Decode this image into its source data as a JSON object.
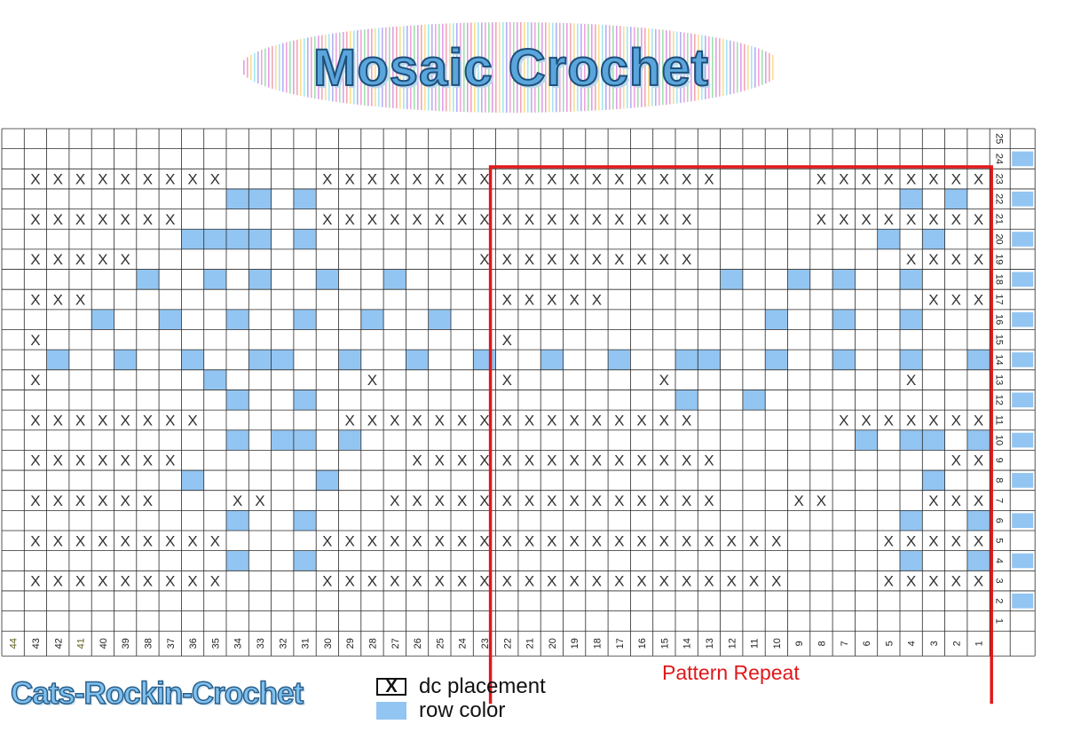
{
  "title": "Mosaic Crochet",
  "brand": "Cats-Rockin-Crochet",
  "legend": {
    "dc_label": "dc placement",
    "dc_symbol": "X",
    "color_label": "row color"
  },
  "repeat_label": "Pattern Repeat",
  "colors": {
    "fill": "#92c5f2",
    "grid": "#2a2a2a",
    "repeat": "#e0181b",
    "x_mark": "#333333"
  },
  "chart_data": {
    "type": "table",
    "columns": 44,
    "rows": 25,
    "column_labels": [
      "44",
      "43",
      "42",
      "41",
      "40",
      "39",
      "38",
      "37",
      "36",
      "35",
      "34",
      "33",
      "32",
      "31",
      "30",
      "29",
      "28",
      "27",
      "26",
      "25",
      "24",
      "23",
      "22",
      "21",
      "20",
      "19",
      "18",
      "17",
      "16",
      "15",
      "14",
      "13",
      "12",
      "11",
      "10",
      "9",
      "8",
      "7",
      "6",
      "5",
      "4",
      "3",
      "2",
      "1"
    ],
    "row_labels": [
      "25",
      "24",
      "23",
      "22",
      "21",
      "20",
      "19",
      "18",
      "17",
      "16",
      "15",
      "14",
      "13",
      "12",
      "11",
      "10",
      "9",
      "8",
      "7",
      "6",
      "5",
      "4",
      "3",
      "2",
      "1"
    ],
    "colored_rows": [
      "24",
      "22",
      "20",
      "18",
      "16",
      "14",
      "12",
      "10",
      "8",
      "6",
      "4",
      "2"
    ],
    "repeat_columns": [
      "22",
      "1"
    ],
    "rows_top_to_bottom": [
      "............................................",
      "............................................",
      ".XXXXXXXXX....XXXXXXXXXXXXXXXXXX....XXXXXXXX",
      "..........##.#..........................#.#.",
      ".XXXXXXX......XXXXXXXXXXXXXXXXX.....XXXXXXXX",
      "........####.#.........................#.#..",
      ".XXXXX...............XXXXXXXXXX.........XXXX",
      "......#..#.#..#..#..............#..#.#..#...",
      ".XXX..................XXXXX..............XXX",
      "....#..#..#..#..#..#..............#..#..#...",
      ".X....................X.......................",
      "..#..#..#..##..#..#..#..#..#..##..#..#..#..#",
      ".X.......#......X.....X......X..........X...",
      "..........#..#................#..#..........",
      ".XXXXXXXX......XXXXXXXXXXXXXXXX......XXXXXXX",
      "..........#.##.#......................#.##.#",
      ".XXXXXXX..........XXXXXXXXXXXXXX..........XX",
      "........#.....#..........................#..",
      ".XXXXXX...XX.....XXXXXXXXXXXXXXX...XX....XXX",
      "..........#..#..........................#..#",
      ".XXXXXXXXX....XXXXXXXXXXXXXXXXXXXXX....XXXXX",
      "..........#..#..........................#..#",
      ".XXXXXXXXX....XXXXXXXXXXXXXXXXXXXXX....XXXXX",
      "............................................",
      "............................................"
    ]
  }
}
